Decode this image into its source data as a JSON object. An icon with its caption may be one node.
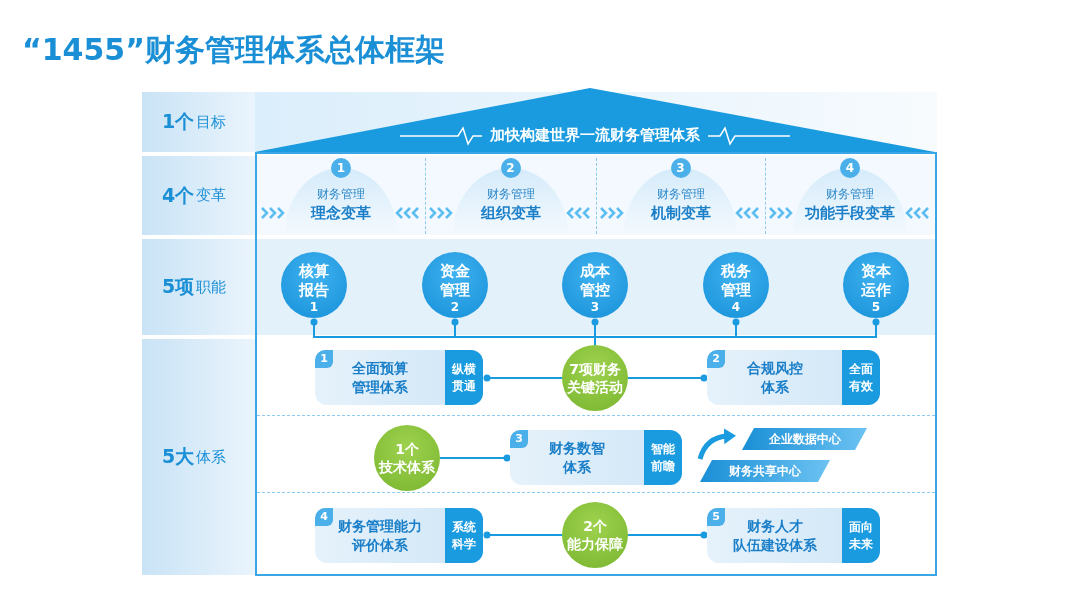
{
  "diagram": {
    "title": "“1455”财务管理体系总体框架",
    "nodes": [
      {
        "text": [
          "**1个** 目标"
        ]
      },
      {
        "text": [
          "加快构建世界一流财务管理体系"
        ]
      },
      {
        "text": [
          "**4个** 变革"
        ]
      },
      {
        "text": [
          "1",
          "财务管理",
          "理念变革"
        ]
      },
      {
        "text": [
          "2",
          "财务管理",
          "组织变革"
        ]
      },
      {
        "text": [
          "3",
          "财务管理",
          "机制变革"
        ]
      },
      {
        "text": [
          "4",
          "财务管理",
          "功能手段变革"
        ]
      },
      {
        "text": [
          "**5项** 职能"
        ]
      },
      {
        "text": [
          "核算报告",
          "1"
        ]
      },
      {
        "text": [
          "资金管理",
          "2"
        ]
      },
      {
        "text": [
          "成本管控",
          "3"
        ]
      },
      {
        "text": [
          "税务管理",
          "4"
        ]
      },
      {
        "text": [
          "资本运作",
          "5"
        ]
      },
      {
        "text": [
          "**5大** 体系"
        ]
      },
      {
        "text": [
          "1",
          "全面预算管理体系",
          "纵横贯通"
        ]
      },
      {
        "text": [
          "7项财务关键活动"
        ]
      },
      {
        "text": [
          "2",
          "合规风控体系",
          "全面有效"
        ]
      },
      {
        "text": [
          "1个技术体系"
        ]
      },
      {
        "text": [
          "3",
          "财务数智体系",
          "智能前瞻"
        ]
      },
      {
        "text": [
          "企业数据中心"
        ]
      },
      {
        "text": [
          "财务共享中心"
        ]
      },
      {
        "text": [
          "4",
          "财务管理能力评价体系",
          "系统科学"
        ]
      },
      {
        "text": [
          "2个能力保障"
        ]
      },
      {
        "text": [
          "5",
          "财务人才队伍建设体系",
          "面向未来"
        ]
      }
    ],
    "edges": [
      {
        "from": 8,
        "to": 15,
        "arrow": "other"
      },
      {
        "from": 9,
        "to": 15,
        "arrow": "other"
      },
      {
        "from": 10,
        "to": 15,
        "arrow": "other"
      },
      {
        "from": 11,
        "to": 15,
        "arrow": "other"
      },
      {
        "from": 12,
        "to": 15,
        "arrow": "other"
      },
      {
        "from": 14,
        "to": 15,
        "arrow": "other"
      },
      {
        "from": 16,
        "to": 15,
        "arrow": "other"
      },
      {
        "from": 18,
        "to": 17,
        "arrow": "other"
      },
      {
        "from": 21,
        "to": 22,
        "arrow": "other"
      },
      {
        "from": 23,
        "to": 22,
        "arrow": "other"
      },
      {
        "from": 20,
        "to": 19,
        "arrow": "to",
        "style": "thick"
      }
    ]
  }
}
